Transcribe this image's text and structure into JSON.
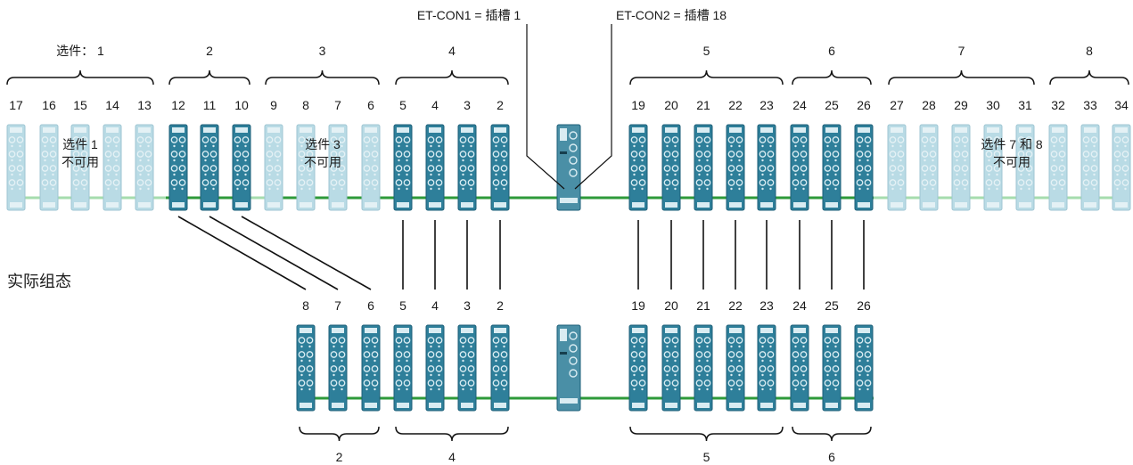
{
  "labels": {
    "con1": "ET-CON1 = 插槽  1",
    "con2": "ET-CON2 = 插槽  18",
    "actual_config": "实际组态",
    "option1_unavailable": [
      "选件 1",
      "不可用"
    ],
    "option3_unavailable": [
      "选件 3",
      "不可用"
    ],
    "option78_unavailable": [
      "选件 7 和 8",
      "不可用"
    ]
  },
  "top_groups": [
    "选件：  1",
    "2",
    "3",
    "4",
    "5",
    "6",
    "7",
    "8"
  ],
  "top_slots": [
    "17",
    "16",
    "15",
    "14",
    "13",
    "12",
    "11",
    "10",
    "9",
    "8",
    "7",
    "6",
    "5",
    "4",
    "3",
    "2",
    "19",
    "20",
    "21",
    "22",
    "23",
    "24",
    "25",
    "26",
    "27",
    "28",
    "29",
    "30",
    "31",
    "32",
    "33",
    "34"
  ],
  "top_module_states": [
    "unavailable",
    "unavailable",
    "unavailable",
    "unavailable",
    "unavailable",
    "available",
    "available",
    "available",
    "unavailable",
    "unavailable",
    "unavailable",
    "unavailable",
    "available",
    "available",
    "available",
    "available",
    "available",
    "available",
    "available",
    "available",
    "available",
    "available",
    "available",
    "available",
    "unavailable",
    "unavailable",
    "unavailable",
    "unavailable",
    "unavailable",
    "unavailable",
    "unavailable",
    "unavailable"
  ],
  "bottom_slots": [
    "8",
    "7",
    "6",
    "5",
    "4",
    "3",
    "2",
    "19",
    "20",
    "21",
    "22",
    "23",
    "24",
    "25",
    "26"
  ],
  "bottom_groups": [
    "2",
    "4",
    "5",
    "6"
  ],
  "colors": {
    "module_fill": "#2e7f9a",
    "module_stroke": "#1d5f78",
    "module_faded_fill": "#b9dbe5",
    "module_faded_stroke": "#9fc6d3",
    "bus": "#2e9a3a",
    "bus_faded": "#a6dcae",
    "connector": "#111111"
  }
}
